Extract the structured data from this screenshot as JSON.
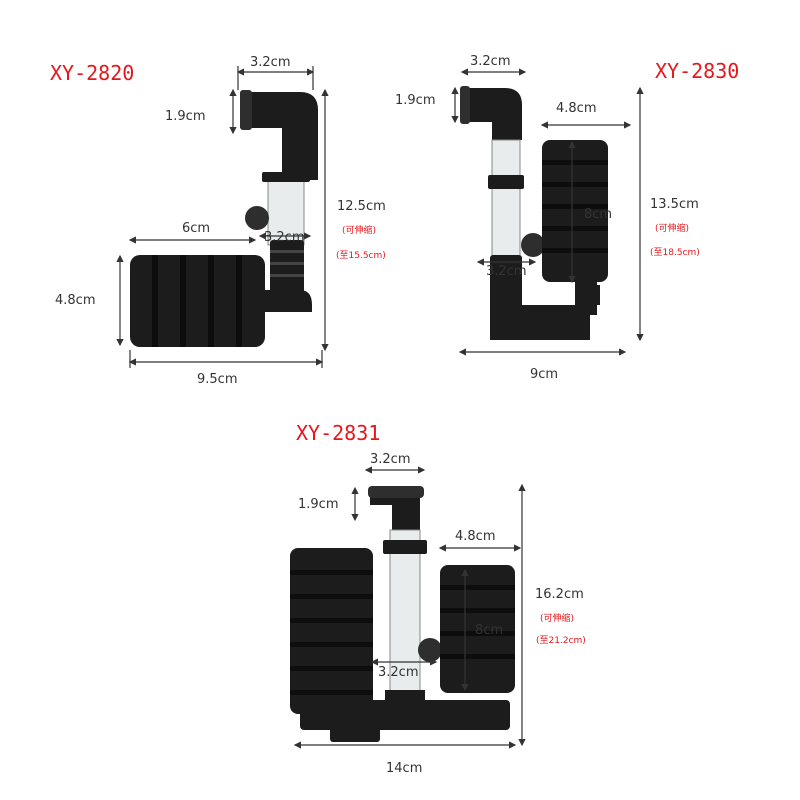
{
  "products": [
    {
      "model": "XY-2820",
      "dims": {
        "top_width": "3.2cm",
        "elbow_height": "1.9cm",
        "height": "12.5cm",
        "sponge_length": "6cm",
        "tube_width": "3.2cm",
        "sponge_diameter": "4.8cm",
        "total_width": "9.5cm"
      },
      "notes": [
        "(可伸缩)",
        "(至15.5cm)"
      ]
    },
    {
      "model": "XY-2830",
      "dims": {
        "top_width": "3.2cm",
        "elbow_height": "1.9cm",
        "sponge_diameter": "4.8cm",
        "sponge_height": "8cm",
        "height": "13.5cm",
        "tube_width": "3.2cm",
        "total_width": "9cm"
      },
      "notes": [
        "(可伸缩)",
        "(至18.5cm)"
      ]
    },
    {
      "model": "XY-2831",
      "dims": {
        "top_width": "3.2cm",
        "elbow_height": "1.9cm",
        "sponge_diameter": "4.8cm",
        "sponge_height": "8cm",
        "height": "16.2cm",
        "tube_width": "3.2cm",
        "total_width": "14cm"
      },
      "notes": [
        "(可伸缩)",
        "(至21.2cm)"
      ]
    }
  ],
  "colors": {
    "model_label": "#e8151b",
    "product": "#1c1c1c"
  }
}
